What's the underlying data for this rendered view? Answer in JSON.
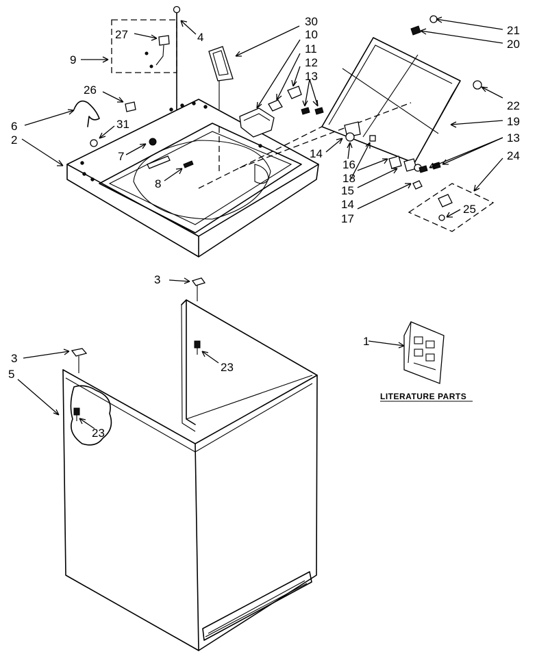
{
  "diagram": {
    "literature_label": "LITERATURE PARTS",
    "callouts": [
      {
        "id": "c1",
        "text": "1"
      },
      {
        "id": "c2",
        "text": "2"
      },
      {
        "id": "c3a",
        "text": "3"
      },
      {
        "id": "c3b",
        "text": "3"
      },
      {
        "id": "c4",
        "text": "4"
      },
      {
        "id": "c5",
        "text": "5"
      },
      {
        "id": "c6",
        "text": "6"
      },
      {
        "id": "c7",
        "text": "7"
      },
      {
        "id": "c8",
        "text": "8"
      },
      {
        "id": "c9",
        "text": "9"
      },
      {
        "id": "c10",
        "text": "10"
      },
      {
        "id": "c11",
        "text": "11"
      },
      {
        "id": "c12",
        "text": "12"
      },
      {
        "id": "c13a",
        "text": "13"
      },
      {
        "id": "c13b",
        "text": "13"
      },
      {
        "id": "c14a",
        "text": "14"
      },
      {
        "id": "c14b",
        "text": "14"
      },
      {
        "id": "c15",
        "text": "15"
      },
      {
        "id": "c16",
        "text": "16"
      },
      {
        "id": "c17",
        "text": "17"
      },
      {
        "id": "c18",
        "text": "18"
      },
      {
        "id": "c19",
        "text": "19"
      },
      {
        "id": "c20",
        "text": "20"
      },
      {
        "id": "c21",
        "text": "21"
      },
      {
        "id": "c22",
        "text": "22"
      },
      {
        "id": "c23a",
        "text": "23"
      },
      {
        "id": "c23b",
        "text": "23"
      },
      {
        "id": "c24",
        "text": "24"
      },
      {
        "id": "c25",
        "text": "25"
      },
      {
        "id": "c26",
        "text": "26"
      },
      {
        "id": "c27",
        "text": "27"
      },
      {
        "id": "c30",
        "text": "30"
      },
      {
        "id": "c31",
        "text": "31"
      }
    ]
  }
}
